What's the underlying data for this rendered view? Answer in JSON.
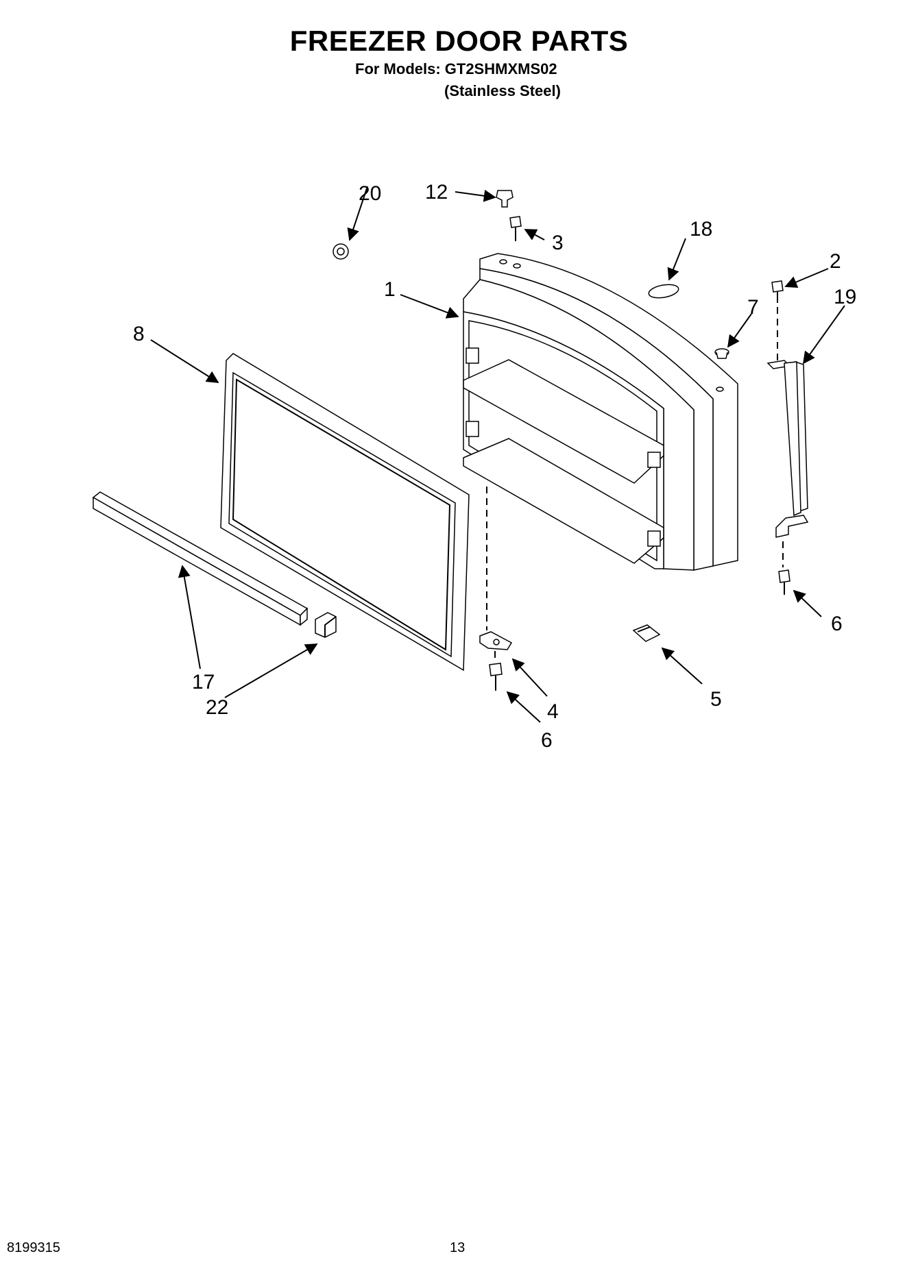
{
  "header": {
    "title": "FREEZER DOOR PARTS",
    "models_line": "For Models: GT2SHMXMS02",
    "variant_line": "(Stainless Steel)"
  },
  "callouts": {
    "c1": "1",
    "c2": "2",
    "c3": "3",
    "c4": "4",
    "c5": "5",
    "c6a": "6",
    "c6b": "6",
    "c7": "7",
    "c8": "8",
    "c12": "12",
    "c17": "17",
    "c18": "18",
    "c19": "19",
    "c20": "20",
    "c22": "22"
  },
  "footer": {
    "doc_number": "8199315",
    "page_number": "13"
  }
}
